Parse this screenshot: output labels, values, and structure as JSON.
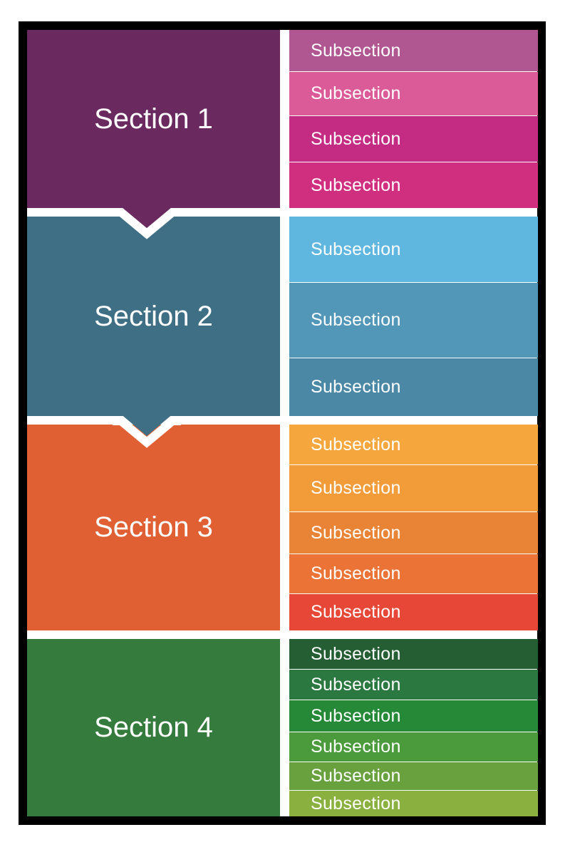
{
  "sections": [
    {
      "label": "Section 1",
      "color": "#6a2a60"
    },
    {
      "label": "Section 2",
      "color": "#3f6f85"
    },
    {
      "label": "Section 3",
      "color": "#e06033"
    },
    {
      "label": "Section 4",
      "color": "#347b3d"
    }
  ],
  "subsections": [
    {
      "label": "Subsection",
      "color": "#b05792"
    },
    {
      "label": "Subsection",
      "color": "#da5b97"
    },
    {
      "label": "Subsection",
      "color": "#c42b82"
    },
    {
      "label": "Subsection",
      "color": "#d02f7f"
    },
    {
      "label": "Subsection",
      "color": "#5fb6df"
    },
    {
      "label": "Subsection",
      "color": "#5297b8"
    },
    {
      "label": "Subsection",
      "color": "#4a88a5"
    },
    {
      "label": "Subsection",
      "color": "#f5a73d"
    },
    {
      "label": "Subsection",
      "color": "#f29b39"
    },
    {
      "label": "Subsection",
      "color": "#e98436"
    },
    {
      "label": "Subsection",
      "color": "#eb7336"
    },
    {
      "label": "Subsection",
      "color": "#e64737"
    },
    {
      "label": "Subsection",
      "color": "#255e33"
    },
    {
      "label": "Subsection",
      "color": "#2c7841"
    },
    {
      "label": "Subsection",
      "color": "#268938"
    },
    {
      "label": "Subsection",
      "color": "#4b9b3d"
    },
    {
      "label": "Subsection",
      "color": "#6aa13f"
    },
    {
      "label": "Subsection",
      "color": "#8ab03f"
    }
  ]
}
